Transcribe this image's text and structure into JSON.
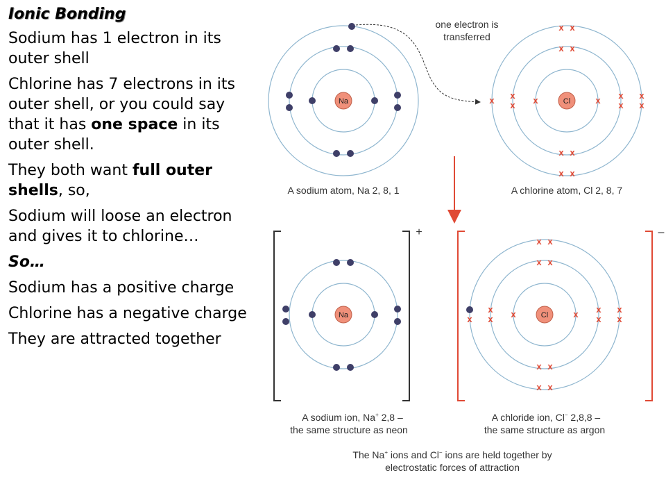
{
  "text": {
    "title": "Ionic Bonding",
    "p1": "Sodium has 1 electron in its outer shell",
    "p2_a": "Chlorine has 7 electrons in its outer shell, or you could say that it has ",
    "p2_bold1": "one space",
    "p2_b": " in its outer shell.",
    "p3_a": "They both want ",
    "p3_bold": "full outer shells",
    "p3_b": ", so,",
    "p4": "Sodium will loose an electron and gives it to chlorine…",
    "p5": "So…",
    "p6": "Sodium has a positive charge",
    "p7": "Chlorine has a negative charge",
    "p8": "They are attracted together"
  },
  "diagram": {
    "transfer_label_1": "one electron is",
    "transfer_label_2": "transferred",
    "na_symbol": "Na",
    "cl_symbol": "Cl",
    "na_atom_caption": "A sodium atom, Na 2, 8, 1",
    "cl_atom_caption": "A chlorine atom, Cl 2, 8, 7",
    "na_ion_caption_a": "A sodium ion, Na",
    "na_ion_caption_sup": "+",
    "na_ion_caption_b": " 2,8 –",
    "na_ion_caption_line2": "the same structure as neon",
    "cl_ion_caption_a": "A chloride ion, Cl",
    "cl_ion_caption_sup": "−",
    "cl_ion_caption_b": " 2,8,8 –",
    "cl_ion_caption_line2": "the same structure as argon",
    "plus_charge": "+",
    "minus_charge": "–",
    "bottom_line1_a": "The Na",
    "bottom_line1_sup1": "+",
    "bottom_line1_b": " ions and Cl",
    "bottom_line1_sup2": "−",
    "bottom_line1_c": " ions are held together by",
    "bottom_line2": "electrostatic forces of attraction",
    "electron_cross": "x",
    "colors": {
      "shell": "#8fb6cf",
      "electron": "#3f3f68",
      "cross": "#e04a35",
      "nucleus": "#f0907a",
      "arrow": "#e04a35",
      "bracket_red": "#e04a35",
      "bracket_black": "#333333"
    }
  }
}
